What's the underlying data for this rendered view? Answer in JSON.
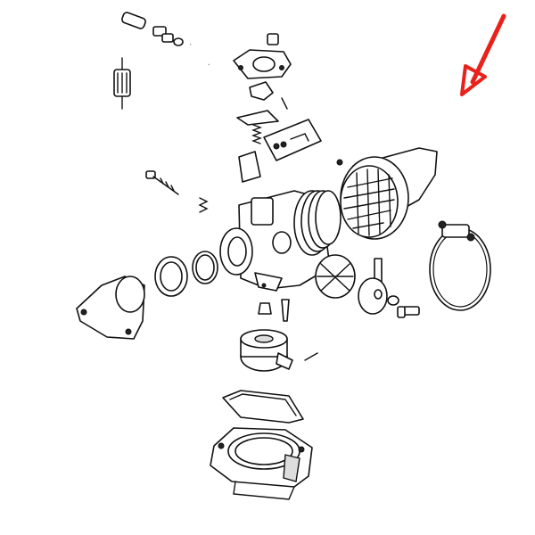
{
  "diagram": {
    "type": "exploded-parts-view",
    "subject": "carburetor-assembly",
    "colors": {
      "line": "#111111",
      "background": "#ffffff",
      "arrow": "#e8221b"
    },
    "arrow_icon": "arrow-pointing-down-left"
  }
}
